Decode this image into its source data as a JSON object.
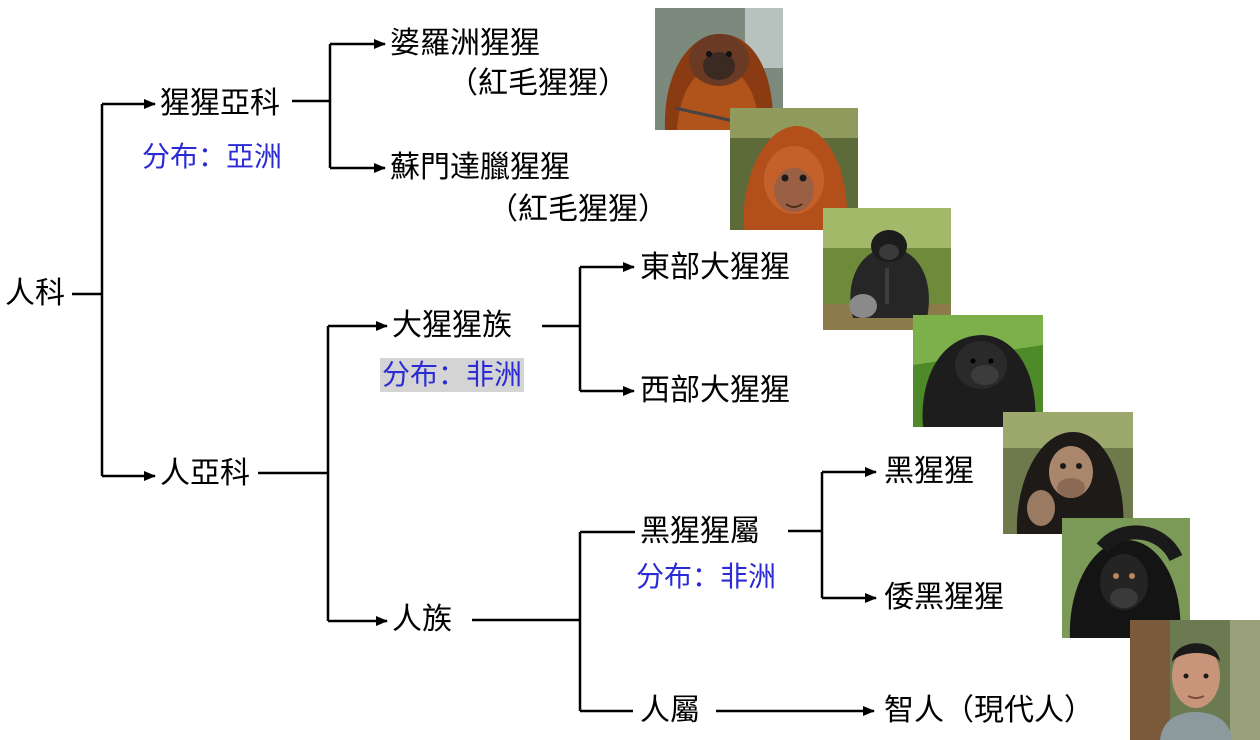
{
  "nodes": {
    "hominidae": "人科",
    "ponginae": "猩猩亞科",
    "ponginae_dist": "分布：亞洲",
    "bornean": "婆羅洲猩猩",
    "bornean_note": "（紅毛猩猩）",
    "sumatran": "蘇門達臘猩猩",
    "sumatran_note": "（紅毛猩猩）",
    "homininae": "人亞科",
    "gorillini": "大猩猩族",
    "gorillini_dist": "分布：非洲",
    "eastern_gorilla": "東部大猩猩",
    "western_gorilla": "西部大猩猩",
    "hominini": "人族",
    "pan": "黑猩猩屬",
    "pan_dist": "分布：非洲",
    "chimpanzee": "黑猩猩",
    "bonobo": "倭黑猩猩",
    "homo": "人屬",
    "sapiens": "智人（現代人）"
  },
  "photos": [
    {
      "subject": "bornean-orangutan",
      "icon": "orangutan-adult-icon"
    },
    {
      "subject": "sumatran-orangutan",
      "icon": "orangutan-young-icon"
    },
    {
      "subject": "eastern-gorilla",
      "icon": "gorilla-sitting-icon"
    },
    {
      "subject": "western-gorilla",
      "icon": "gorilla-face-icon"
    },
    {
      "subject": "chimpanzee",
      "icon": "chimpanzee-icon"
    },
    {
      "subject": "bonobo",
      "icon": "bonobo-icon"
    },
    {
      "subject": "modern-human",
      "icon": "human-face-icon"
    }
  ],
  "colors": {
    "distribution_text": "#2b2bd6",
    "highlight": "#d4d4d4",
    "lines": "#000000"
  }
}
